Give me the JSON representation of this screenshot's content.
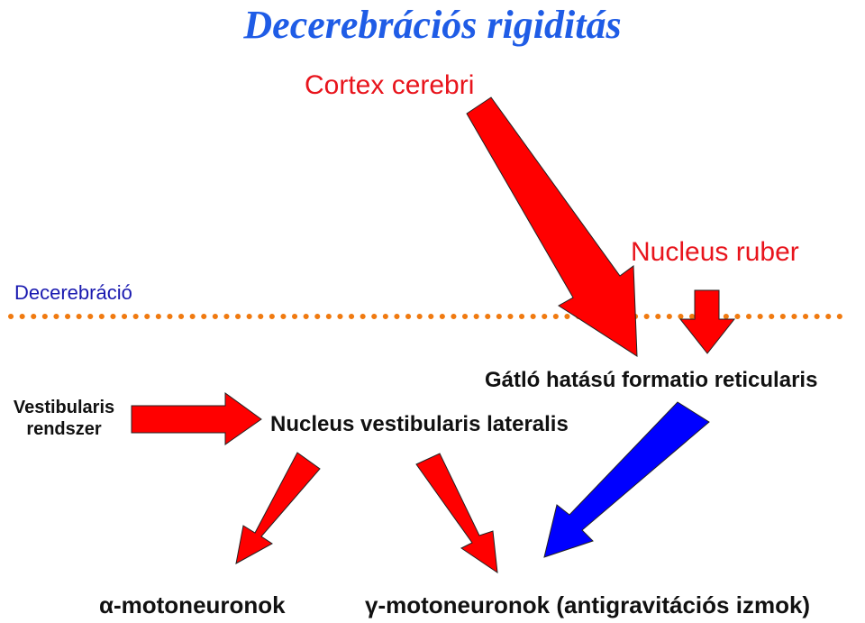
{
  "title": "Decerebrációs rigiditás",
  "labels": {
    "cortex": "Cortex cerebri",
    "nucleus_ruber": "Nucleus ruber",
    "decerebracio": "Decerebráció",
    "vestibularis_line1": "Vestibularis",
    "vestibularis_line2": "rendszer",
    "gatlo": "Gátló hatású formatio reticularis",
    "nucleus_vest": "Nucleus vestibularis lateralis",
    "alpha": "α-motoneuronok",
    "gamma": "γ-motoneuronok (antigravitációs izmok)"
  },
  "colors": {
    "title": "#1f5ce6",
    "excitatory_arrow": "#ff0000",
    "inhibitory_arrow": "#0000ff",
    "dotted_line": "#f07a10",
    "red_text": "#e8141c",
    "decerebracio_text": "#1a1ab0"
  }
}
